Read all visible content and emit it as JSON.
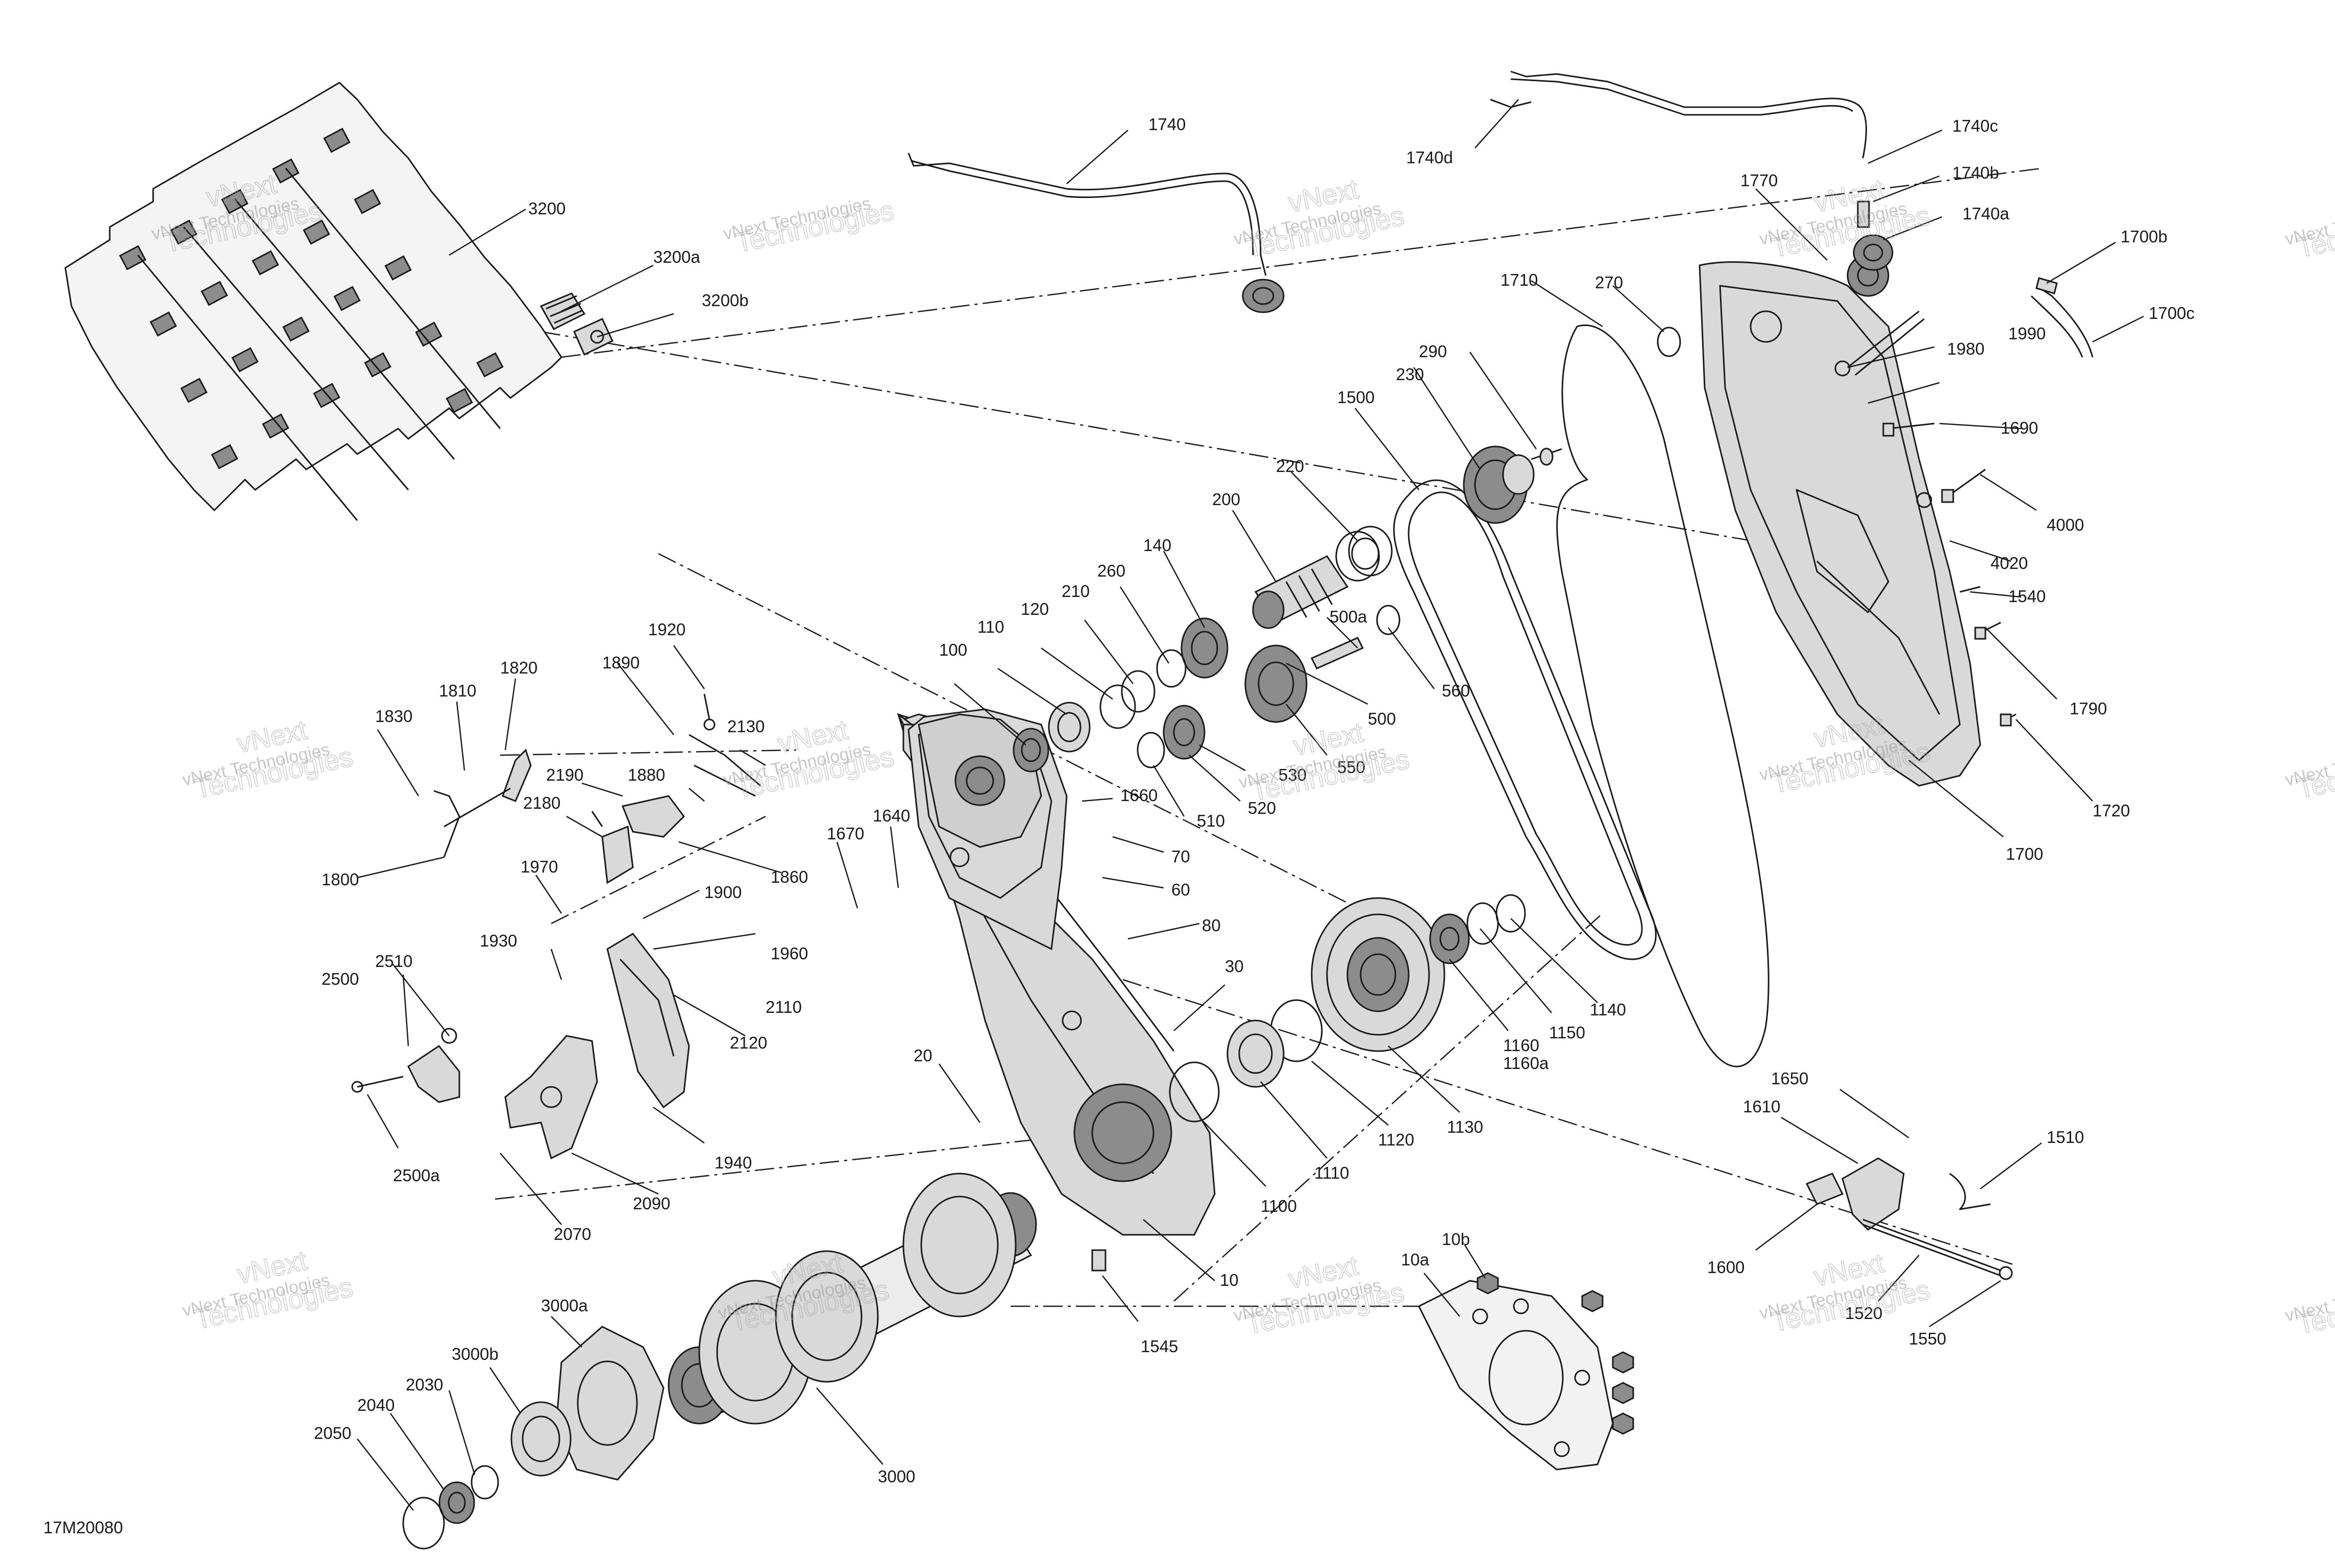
{
  "figure_ref": "17M20080",
  "watermark": {
    "line1": "vNext Technologies",
    "line2a": "vNext",
    "line2b": "Technologies"
  },
  "callouts": {
    "c1740": "1740",
    "c1740a": "1740a",
    "c1740b": "1740b",
    "c1740c": "1740c",
    "c1740d": "1740d",
    "c1770": "1770",
    "c1700b": "1700b",
    "c1700c": "1700c",
    "c1710": "1710",
    "c270": "270",
    "c290": "290",
    "c230": "230",
    "c1500": "1500",
    "c220": "220",
    "c200": "200",
    "c1980": "1980",
    "c1990": "1990",
    "c1690": "1690",
    "c4000": "4000",
    "c4020": "4020",
    "c1540": "1540",
    "c1790": "1790",
    "c1720": "1720",
    "c1700": "1700",
    "c3200": "3200",
    "c3200a": "3200a",
    "c3200b": "3200b",
    "c140": "140",
    "c260": "260",
    "c210": "210",
    "c120": "120",
    "c110": "110",
    "c100": "100",
    "c500a": "500a",
    "c500": "500",
    "c560": "560",
    "c550": "550",
    "c530": "530",
    "c520": "520",
    "c510": "510",
    "c1920": "1920",
    "c1820": "1820",
    "c1810": "1810",
    "c1890": "1890",
    "c1830": "1830",
    "c2130": "2130",
    "c2190": "2190",
    "c1880": "1880",
    "c2180": "2180",
    "c1860": "1860",
    "c1800": "1800",
    "c1660": "1660",
    "c1640": "1640",
    "c1670": "1670",
    "c70": "70",
    "c60": "60",
    "c1970": "1970",
    "c1900": "1900",
    "c1960": "1960",
    "c80": "80",
    "c1930": "1930",
    "c2110": "2110",
    "c2510": "2510",
    "c2500": "2500",
    "c2120": "2120",
    "c30": "30",
    "c20": "20",
    "c1140": "1140",
    "c1150": "1150",
    "c1160": "1160",
    "c1160a": "1160a",
    "c1130": "1130",
    "c1120": "1120",
    "c1110": "1110",
    "c1100": "1100",
    "c1940": "1940",
    "c2500a": "2500a",
    "c2090": "2090",
    "c2070": "2070",
    "c1650": "1650",
    "c1610": "1610",
    "c1510": "1510",
    "c1600": "1600",
    "c1520": "1520",
    "c1550": "1550",
    "c1545": "1545",
    "c10": "10",
    "c10a": "10a",
    "c10b": "10b",
    "c3000a": "3000a",
    "c3000b": "3000b",
    "c2030": "2030",
    "c2040": "2040",
    "c2050": "2050",
    "c3000": "3000"
  },
  "colors": {
    "line": "#1a1a1a",
    "shade": "#d9d9d9",
    "watermark": "#9a9a9a",
    "background": "#ffffff"
  }
}
